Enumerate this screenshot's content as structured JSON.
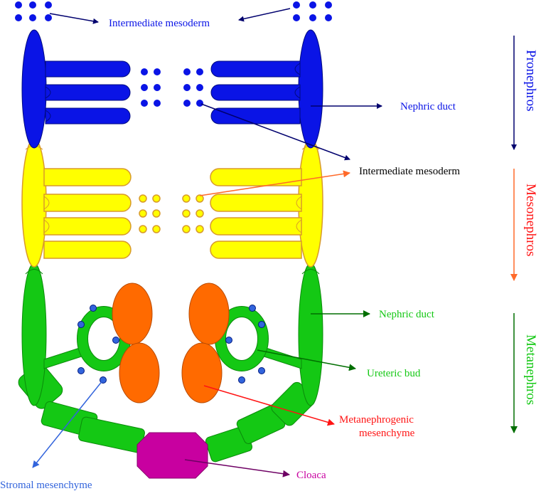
{
  "labels": {
    "intermediate_mesoderm_top": "Intermediate mesoderm",
    "nephric_duct_pro": "Nephric duct",
    "intermediate_mesoderm_mid": "Intermediate mesoderm",
    "nephric_duct_meta": "Nephric duct",
    "ureteric_bud": "Ureteric bud",
    "metanephrogenic_line1": "Metanephrogenic",
    "metanephrogenic_line2": "mesenchyme",
    "cloaca": "Cloaca",
    "stromal_mesenchyme": "Stromal mesenchyme"
  },
  "stages": {
    "pronephros": "Pronephros",
    "mesonephros": "Mesonephros",
    "metanephros": "Metanephros"
  },
  "colors": {
    "blue": "#0a14e6",
    "navy": "#00006e",
    "yellow": "#ffff00",
    "yellow_stroke": "#d89a2a",
    "orange": "#ff6a00",
    "orange_arrow": "#ff6a2a",
    "green": "#14c814",
    "dark_green": "#006e00",
    "magenta": "#c800a0",
    "purple": "#6e0064",
    "red": "#ff1414",
    "steel": "#3264dc",
    "black": "#000000"
  }
}
